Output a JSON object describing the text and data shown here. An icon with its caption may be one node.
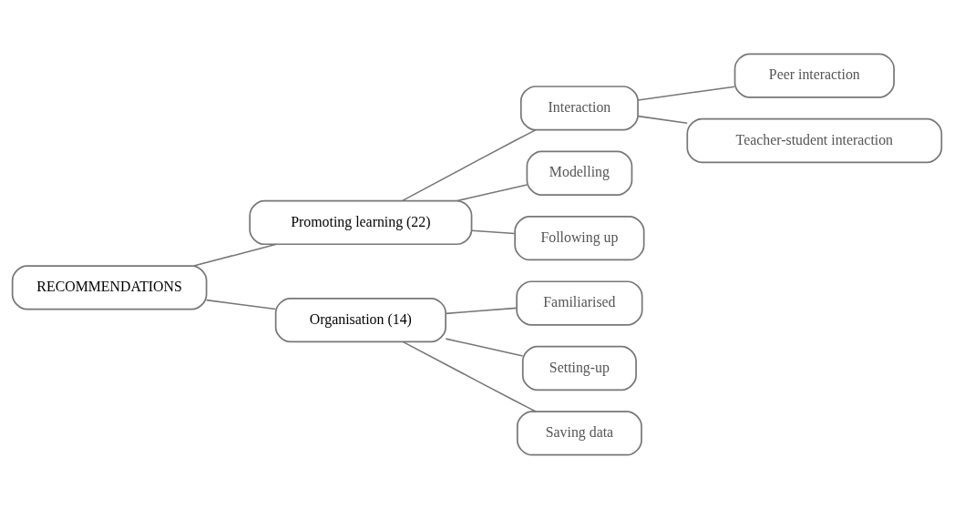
{
  "diagram": {
    "nodes": [
      {
        "text": [
          "RECOMMENDATIONS"
        ]
      },
      {
        "text": [
          "Promoting learning (22)"
        ]
      },
      {
        "text": [
          "Interaction"
        ]
      },
      {
        "text": [
          "Peer interaction"
        ]
      },
      {
        "text": [
          "Teacher-student interaction"
        ]
      },
      {
        "text": [
          "Modelling"
        ]
      },
      {
        "text": [
          "Following up"
        ]
      },
      {
        "text": [
          "Organisation (14)"
        ]
      },
      {
        "text": [
          "Familiarised"
        ]
      },
      {
        "text": [
          "Setting-up"
        ]
      },
      {
        "text": [
          "Saving data"
        ]
      }
    ],
    "edges": [
      {
        "from": 0,
        "to": 1,
        "arrow": "none"
      },
      {
        "from": 1,
        "to": 2,
        "arrow": "none"
      },
      {
        "from": 2,
        "to": 3,
        "arrow": "none"
      },
      {
        "from": 2,
        "to": 4,
        "arrow": "none"
      },
      {
        "from": 1,
        "to": 5,
        "arrow": "none"
      },
      {
        "from": 1,
        "to": 6,
        "arrow": "none"
      },
      {
        "from": 0,
        "to": 7,
        "arrow": "none"
      },
      {
        "from": 7,
        "to": 8,
        "arrow": "none"
      },
      {
        "from": 7,
        "to": 9,
        "arrow": "none"
      },
      {
        "from": 7,
        "to": 10,
        "arrow": "none"
      }
    ]
  }
}
